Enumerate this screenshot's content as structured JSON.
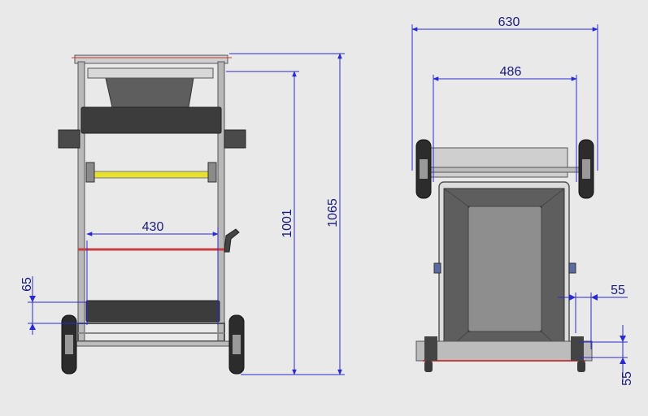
{
  "colors": {
    "background": "#e9e9e9",
    "dimension": "#2a2ad0",
    "dimension_text": "#1a1a7a",
    "frame": "#9a9a9a",
    "frame_dark": "#3a3a3a",
    "accent_yellow": "#e8e030",
    "accent_red": "#c84040",
    "tub_gray": "#6c6c6c",
    "tub_inner": "#8e8e8e"
  },
  "front_view": {
    "dims": {
      "inner_width": "430",
      "lower_offset": "65",
      "handle_height": "1001",
      "total_height": "1065"
    }
  },
  "top_view": {
    "dims": {
      "total_width": "630",
      "inner_width": "486",
      "side_offset": "55",
      "bottom_offset": "55"
    }
  }
}
